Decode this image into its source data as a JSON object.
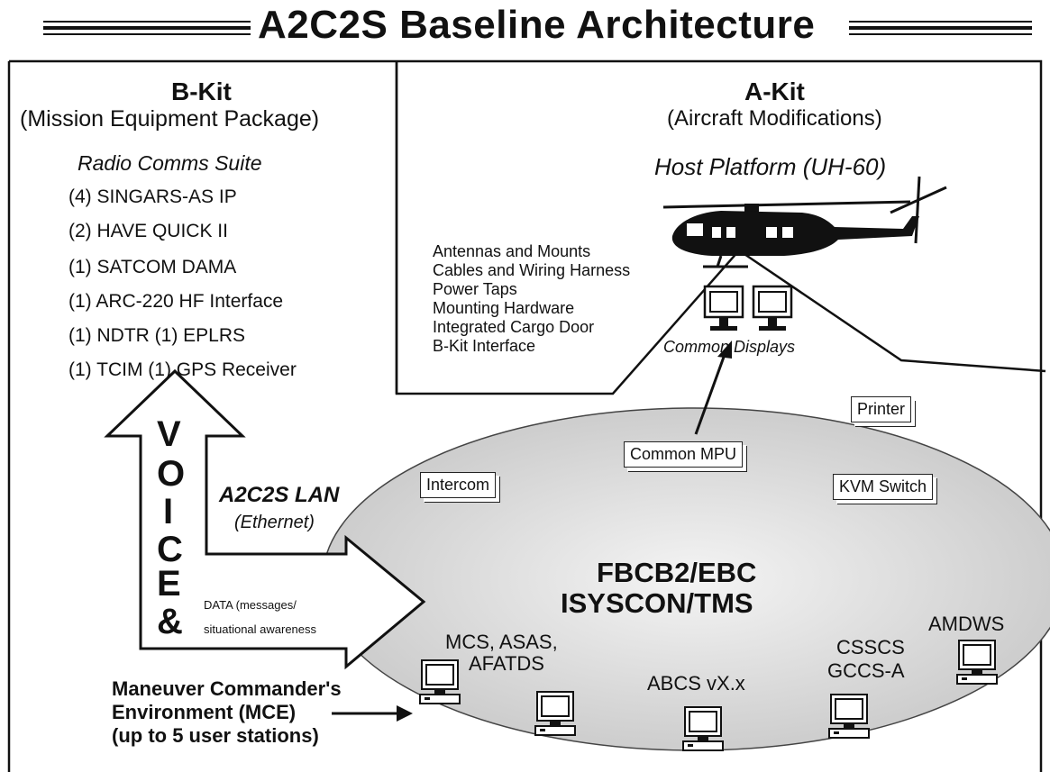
{
  "title": "A2C2S Baseline Architecture",
  "b_kit": {
    "heading": "B-Kit",
    "subheading": "(Mission Equipment Package)",
    "suite_heading": "Radio Comms Suite",
    "suite_items": [
      "(4) SINGARS-AS IP",
      "(2) HAVE QUICK II",
      "(1) SATCOM DAMA",
      "(1) ARC-220 HF Interface",
      "(1) NDTR (1) EPLRS",
      "(1) TCIM (1) GPS Receiver"
    ]
  },
  "a_kit": {
    "heading": "A-Kit",
    "subheading": "(Aircraft Modifications)",
    "host": "Host Platform (UH-60)",
    "modifications": [
      "Antennas and Mounts",
      "Cables and Wiring Harness",
      "Power Taps",
      "Mounting Hardware",
      "Integrated Cargo Door",
      "B-Kit Interface"
    ],
    "displays_label": "Common Displays"
  },
  "lan": {
    "label": "A2C2S LAN",
    "sublabel": "(Ethernet)",
    "center_line1": "FBCB2/EBC",
    "center_line2": "ISYSCON/TMS"
  },
  "boxes": {
    "printer": "Printer",
    "common_mpu": "Common MPU",
    "intercom": "Intercom",
    "kvm_switch": "KVM Switch"
  },
  "voice_letters": [
    "V",
    "O",
    "I",
    "C",
    "E",
    "&"
  ],
  "data_label": [
    "DATA (messages/",
    "situational awareness"
  ],
  "nodes": {
    "mcs": [
      "MCS, ASAS,",
      "AFATDS"
    ],
    "abcs": "ABCS vX.x",
    "csscs": [
      "CSSCS",
      "GCCS-A"
    ],
    "amdws": "AMDWS"
  },
  "mce": [
    "Maneuver Commander's",
    "Environment (MCE)",
    "(up to 5 user stations)"
  ]
}
